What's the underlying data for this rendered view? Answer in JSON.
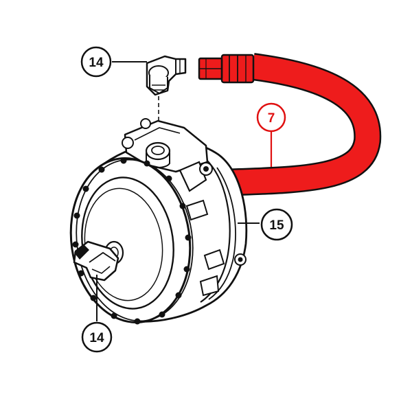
{
  "colors": {
    "hose": "#ee1c1c",
    "outline": "#111111",
    "background": "#ffffff",
    "highlight_callout": "#e01010"
  },
  "callouts": {
    "fitting_top": "14",
    "hose": "7",
    "regulator": "15",
    "fitting_bottom": "14"
  },
  "parts": {
    "hose": "hose-icon",
    "regulator": "regulator-icon",
    "fitting": "elbow-fitting-icon"
  }
}
